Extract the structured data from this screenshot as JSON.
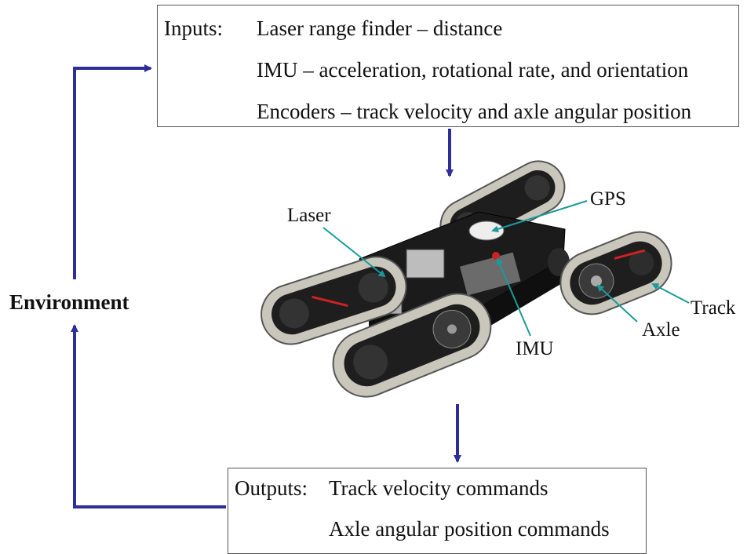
{
  "inputs": {
    "heading": "Inputs:",
    "lines": [
      "Laser range finder – distance",
      "IMU – acceleration, rotational rate, and orientation",
      "Encoders – track velocity and axle angular position"
    ]
  },
  "outputs": {
    "heading": "Outputs:",
    "lines": [
      "Track velocity commands",
      "Axle angular position commands"
    ]
  },
  "environment_label": "Environment",
  "robot_labels": {
    "laser": "Laser",
    "gps": "GPS",
    "imu": "IMU",
    "axle": "Axle",
    "track": "Track"
  },
  "colors": {
    "arrow": "#2e2e9a",
    "leader": "#1a9a9a",
    "track_tread": "#c9c7bb",
    "track_frame": "#222222",
    "chassis": "#1b1b1b"
  }
}
